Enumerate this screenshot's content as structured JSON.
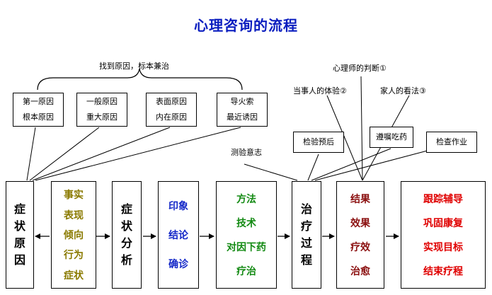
{
  "title": "心理咨询的流程",
  "top_labels": {
    "find_cause": "找到原因，标本兼治",
    "counselor_judgment": "心理师的判断①",
    "client_experience": "当事人的体验②",
    "family_view": "家人的看法③"
  },
  "cause_boxes": [
    {
      "line1": "第一原因",
      "line2": "根本原因"
    },
    {
      "line1": "一般原因",
      "line2": "重大原因"
    },
    {
      "line1": "表面原因",
      "line2": "内在原因"
    },
    {
      "line1": "导火索",
      "line2": "最近诱因"
    }
  ],
  "check_boxes": {
    "test_intent": "测验意志",
    "check_prognosis": "检验预后",
    "follow_medication": "遵嘱吃药",
    "check_homework": "检查作业"
  },
  "flow": {
    "symptom_cause": [
      "症",
      "状",
      "原",
      "因"
    ],
    "facts": [
      "事实",
      "表现",
      "倾向",
      "行为",
      "症状"
    ],
    "symptom_analysis": [
      "症",
      "状",
      "分",
      "析"
    ],
    "impression": [
      "印象",
      "结论",
      "确诊"
    ],
    "methods": [
      "方法",
      "技术",
      "对因下药",
      "疗治"
    ],
    "treatment_process": [
      "治",
      "疗",
      "过",
      "程"
    ],
    "results": [
      "结果",
      "效果",
      "疗效",
      "治愈"
    ],
    "followup": [
      "跟踪辅导",
      "巩固康复",
      "实现目标",
      "结束疗程"
    ]
  },
  "colors": {
    "title": "#0a1dbf",
    "facts": "#8a7a00",
    "impression": "#1428c8",
    "methods": "#138a13",
    "results": "#8b1010",
    "followup": "#e00000"
  }
}
